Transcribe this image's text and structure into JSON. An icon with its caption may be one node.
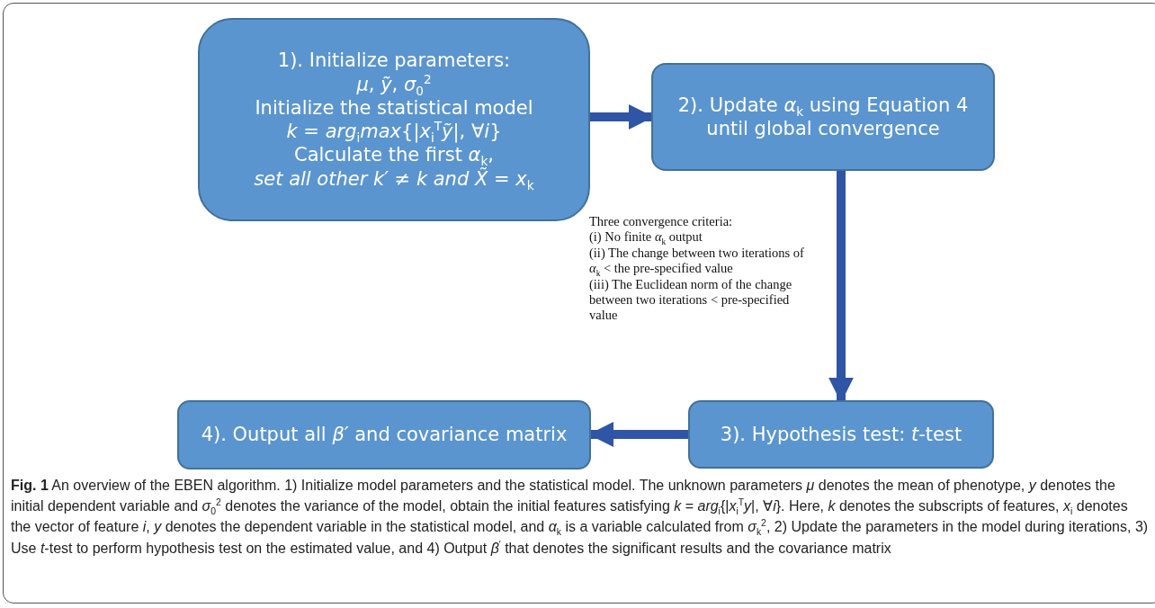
{
  "diagram": {
    "caption": "**Fig. 1** An overview of the EBEN algorithm. 1) Initialize model parameters and the statistical model. The unknown parameters *μ* denotes the mean of phenotype, *y* denotes the initial dependent variable and *σ*$_{0}$$^{2}$ denotes the variance of the model, obtain the initial features satisfying *k* = *arg*$_{i}${|*x*$_{i}$$^{T}$*y*|, ∀*i*}. Here, *k* denotes the subscripts of features, *x*$_{i}$ denotes the vector of feature *i*, *y* denotes the dependent variable in the statistical model, and *α*$_{k}$ is a variable calculated from *σ*$_{k}$$^{2}$, 2) Update the parameters in the model during iterations, 3) Use *t*-test to perform hypothesis test on the estimated value, and 4) Output *β*$^{′}$ that denotes the significant results and the covariance matrix",
    "nodes": [
      {
        "text": [
          "1). Initialize parameters:",
          "*μ*, *ỹ*, *σ*$_{0}$$^{2}$",
          "Initialize the statistical model",
          "*k* = *arg*$_{i}$*max*{|*x*$_{i}$$^{T}$*ỹ*|, ∀*i*}",
          "Calculate the first *α*$_{k}$,",
          "*set all other k′* ≠ *k and X̃* = *x*$_{k}$"
        ]
      },
      {
        "text": [
          "2). Update *α*$_{k}$ using Equation 4 until global convergence"
        ]
      },
      {
        "text": [
          "3). Hypothesis test: *t*-test"
        ]
      },
      {
        "text": [
          "4). Output all *β′* and covariance matrix"
        ]
      }
    ],
    "edges": [
      {
        "from": 0,
        "to": 1,
        "arrow": "to"
      },
      {
        "from": 1,
        "to": 2,
        "arrow": "to"
      },
      {
        "from": 2,
        "to": 3,
        "arrow": "to"
      }
    ],
    "labels": [
      "Three convergence criteria:",
      "(i) No finite *α*$_{k}$ output",
      "(ii) The change between two iterations of *α*$_{k}$ < the pre-specified value",
      "(iii) The Euclidean norm of the change between two iterations < pre-specified value"
    ]
  }
}
